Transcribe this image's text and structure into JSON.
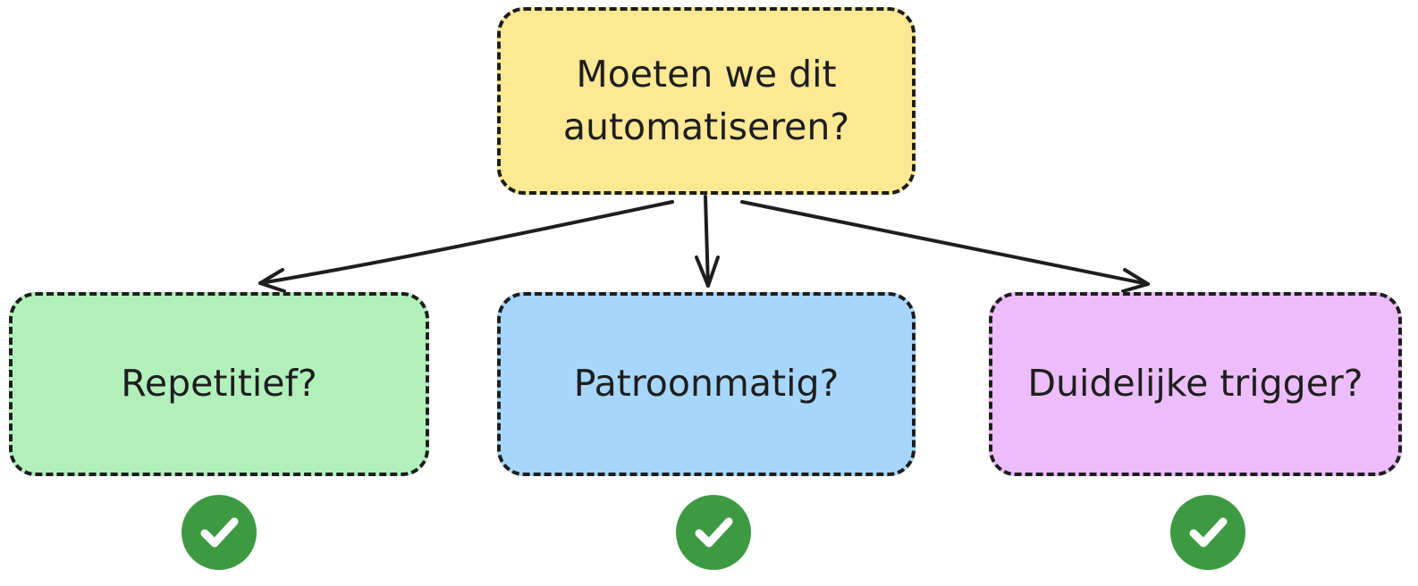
{
  "diagram": {
    "root": {
      "label": "Moeten we dit automatiseren?",
      "fill": "#fde894"
    },
    "children": [
      {
        "label": "Repetitief?",
        "fill": "#b1f0bb",
        "check_icon": "check-circle-icon"
      },
      {
        "label": "Patroonmatig?",
        "fill": "#a6d6fb",
        "check_icon": "check-circle-icon"
      },
      {
        "label": "Duidelijke trigger?",
        "fill": "#ecbdfa",
        "check_icon": "check-circle-icon"
      }
    ],
    "colors": {
      "stroke": "#1e1e1e",
      "check": "#3d9a42",
      "check_mark": "#ffffff"
    }
  }
}
